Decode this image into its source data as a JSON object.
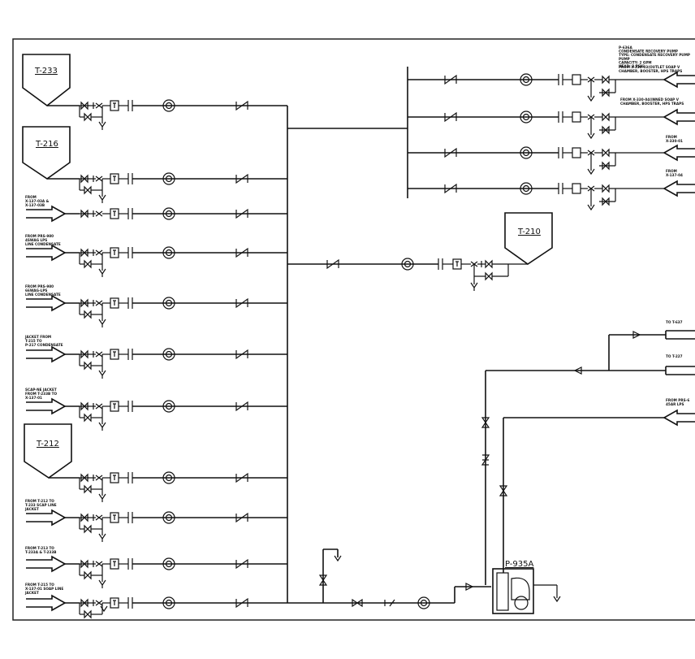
{
  "drawing": {
    "tanks": {
      "t233": "T-233",
      "t216": "T-216",
      "t212": "T-212",
      "t210": "T-210"
    },
    "pump": {
      "tag": "P-935A"
    },
    "left_notes": {
      "n1": [
        "FROM",
        "X-137-03A &",
        "X-137-03B"
      ],
      "n2": [
        "FROM PRS-980",
        "4SWAG LPS",
        "LINE CONDENSATE"
      ],
      "n3": [
        "FROM PRS-980",
        "66WAG-LPS",
        "LINE CONDENSATE"
      ],
      "n4": [
        "JACKET FROM",
        "T-215 TO",
        "P-217 CONDENSATE"
      ],
      "n5": [
        "SCAP-NE JACKET",
        "FROM T-233B TO",
        "X-137-01"
      ],
      "n6": [
        "FROM T-212 TO",
        "T-233 SCAP LINE",
        "JACKET"
      ],
      "n7": [
        "FROM T-213 TO",
        "T-233A & T-233B"
      ],
      "n8": [
        "FROM T-215 TO",
        "X-137-01 SOAP LINE",
        "JACKET"
      ]
    },
    "right_notes": {
      "pump_spec": [
        "P-636A",
        "CONDENSATE RECOVERY PUMP",
        "TYPE: CONDENSATE RECOVERY PUMP",
        "PUMP",
        "CAPACITY: 2 GPM",
        "HEAD: 3 PSIG"
      ],
      "r1": [
        "FROM X-330-03(OUTLET SOAP V",
        "CHAMBER, BOOSTER, HPS TRAPS"
      ],
      "r2": [
        "FROM X-330-04(INNED SOAP V",
        "CHAMBER, BOOSTER, HPS TRAPS"
      ],
      "r3": [
        "FROM",
        "X-330-01"
      ],
      "r4": [
        "FROM",
        "X-137-04"
      ],
      "to1": "TO T-637",
      "to2": "TO T-227",
      "from_prs": [
        "FROM PRS-6",
        "45AR LPS"
      ]
    }
  }
}
